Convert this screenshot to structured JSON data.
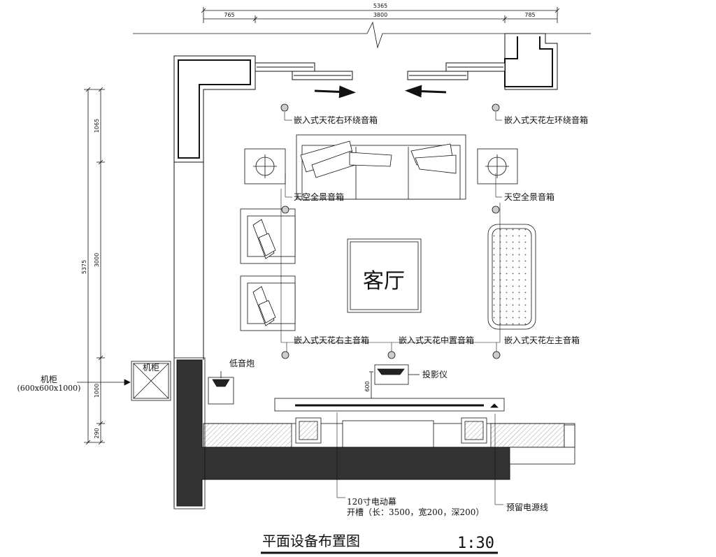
{
  "room_name": "客厅",
  "dimensions": {
    "top_total": "5365",
    "top_left": "765",
    "top_middle": "3800",
    "top_right": "785",
    "left_total": "5375",
    "left_top": "1065",
    "left_middle": "3000",
    "left_lower": "1000",
    "left_bottom": "290",
    "screen_offset": "600"
  },
  "labels": {
    "ceiling_right_surround": "嵌入式天花右环绕音箱",
    "ceiling_left_surround": "嵌入式天花左环绕音箱",
    "sky_left": "天空全景音箱",
    "sky_right": "天空全景音箱",
    "ceiling_right_main": "嵌入式天花右主音箱",
    "ceiling_center": "嵌入式天花中置音箱",
    "ceiling_left_main": "嵌入式天花左主音箱",
    "subwoofer": "低音炮",
    "projector": "投影仪",
    "cabinet_box": "机柜",
    "cabinet_note": "机柜",
    "cabinet_size": "(600x600x1000)",
    "screen_line1": "120寸电动幕",
    "screen_line2": "开槽（长：3500，宽200，深200）",
    "power": "预留电源线"
  },
  "footer": {
    "title": "平面设备布置图",
    "scale": "1:30"
  }
}
